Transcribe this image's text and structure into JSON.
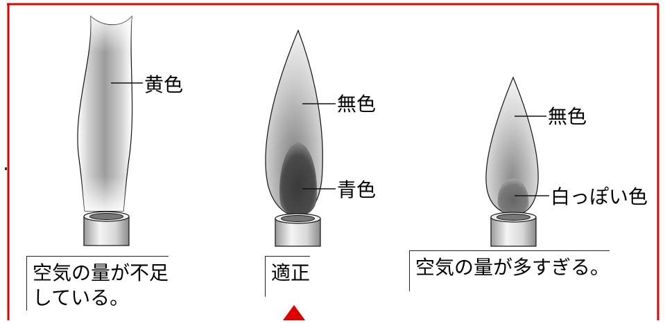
{
  "flames": [
    {
      "outer_label": "黄色",
      "caption_line1": "空気の量が不足",
      "caption_line2": "している。"
    },
    {
      "outer_label": "無色",
      "inner_label": "青色",
      "caption_line1": "適正"
    },
    {
      "outer_label": "無色",
      "inner_label": "白っぽい色",
      "caption_line1": "空気の量が多すぎる。"
    }
  ],
  "colors": {
    "frame_red": "#e00000",
    "marker_red": "#e00000",
    "ink": "#111111"
  },
  "icons": [
    "red-triangle-marker-icon"
  ]
}
